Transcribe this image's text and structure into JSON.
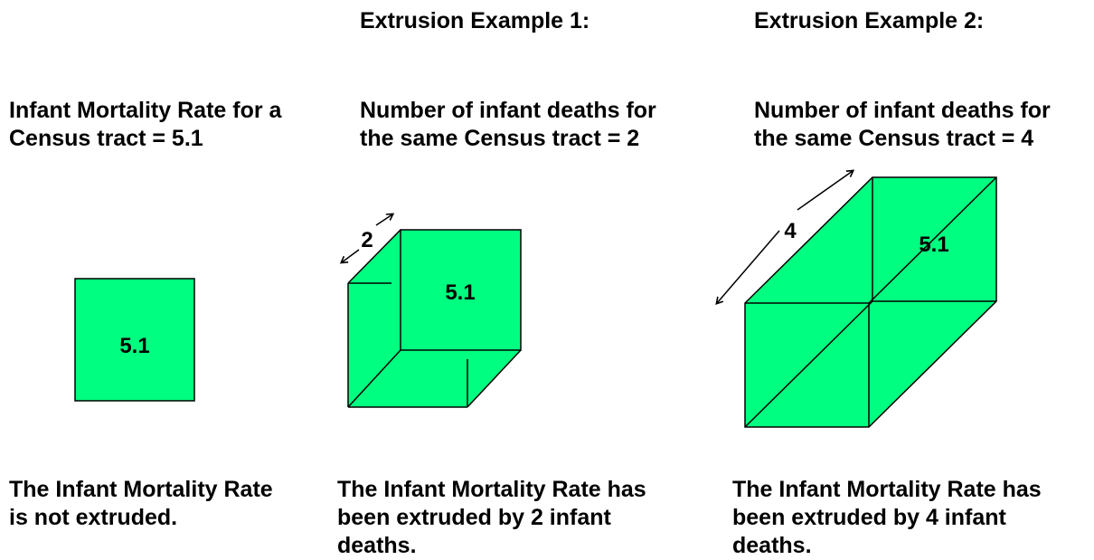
{
  "headings": {
    "example1": "Extrusion Example 1:",
    "example2": "Extrusion Example 2:"
  },
  "panels": {
    "base": {
      "caption_line1": "Infant Mortality Rate for a",
      "caption_line2": "Census tract = 5.1",
      "shape_label": "5.1",
      "footer_line1": "The Infant Mortality Rate",
      "footer_line2": "is not extruded."
    },
    "example1": {
      "caption_line1": "Number of infant deaths for",
      "caption_line2": "the same Census tract = 2",
      "shape_label": "5.1",
      "dimension_label": "2",
      "extrusion_depth": 2,
      "footer_line1": "The Infant Mortality Rate has",
      "footer_line2": "been extruded by 2 infant",
      "footer_line3": "deaths."
    },
    "example2": {
      "caption_line1": "Number of infant deaths for",
      "caption_line2": "the same Census tract = 4",
      "shape_label": "5.1",
      "dimension_label": "4",
      "extrusion_depth": 4,
      "footer_line1": "The Infant Mortality Rate has",
      "footer_line2": "been extruded by 4 infant",
      "footer_line3": "deaths."
    }
  },
  "colors": {
    "fill": "#00ff80",
    "stroke": "#000000",
    "background": "#ffffff"
  }
}
